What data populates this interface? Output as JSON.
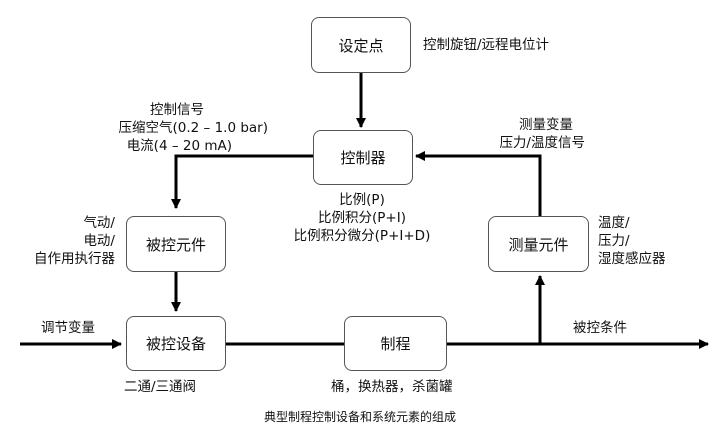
{
  "boxes": {
    "setpoint": "设定点",
    "controller": "控制器",
    "actuator": "被控元件",
    "measuring": "测量元件",
    "controlled_device": "被控设备",
    "process": "制程"
  },
  "labels": {
    "setpoint_note": "控制旋钮/远程电位计",
    "control_signal": [
      "控制信号",
      "压缩空气(0.2 – 1.0 bar)",
      "电流(4 – 20 mA)"
    ],
    "measured_variable": [
      "测量变量",
      "压力/温度信号"
    ],
    "controller_modes": [
      "比例(P)",
      "比例积分(P+I)",
      "比例积分微分(P+I+D)"
    ],
    "actuator_types": [
      "气动/",
      "电动/",
      "自作用执行器"
    ],
    "measuring_types": [
      "温度/",
      "压力/",
      "湿度感应器"
    ],
    "controlled_variable": "调节变量",
    "controlled_condition": "被控条件",
    "valve_types": "二通/三通阀",
    "process_examples": "桶，换热器，杀菌罐"
  },
  "caption": "典型制程控制设备和系统元素的组成"
}
